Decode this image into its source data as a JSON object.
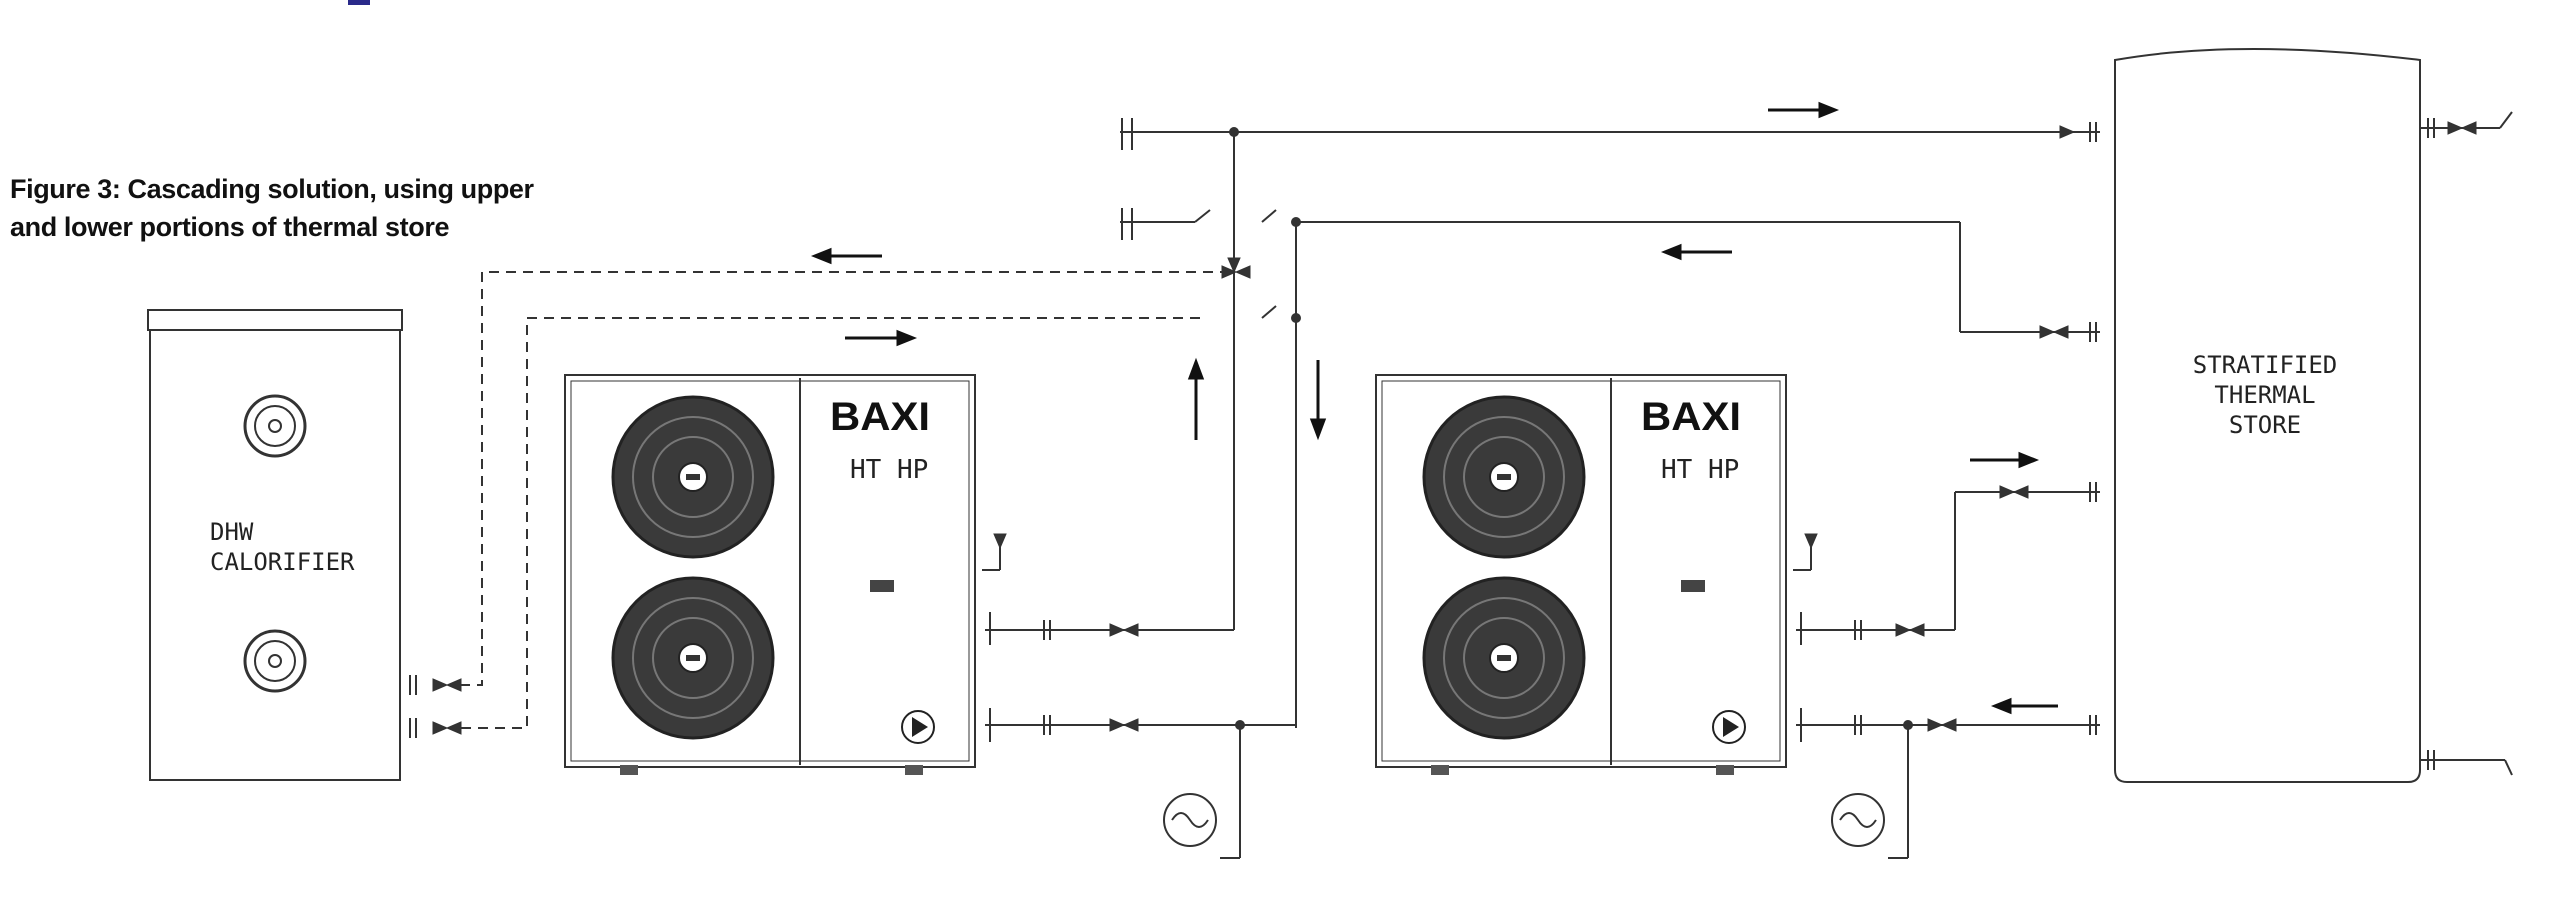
{
  "figure": {
    "caption_line1": "Figure 3: Cascading solution, using upper",
    "caption_line2": "and lower portions of thermal store"
  },
  "calorifier": {
    "label_line1": "DHW",
    "label_line2": "CALORIFIER"
  },
  "heat_pumps": [
    {
      "brand": "BAXI",
      "model": "HT  HP"
    },
    {
      "brand": "BAXI",
      "model": "HT  HP"
    }
  ],
  "thermal_store": {
    "label_line1": "STRATIFIED",
    "label_line2": "THERMAL",
    "label_line3": "STORE"
  },
  "colors": {
    "line": "#333333",
    "fan_dark": "#3a3a3a",
    "accent_mark": "#2a2a8a"
  }
}
